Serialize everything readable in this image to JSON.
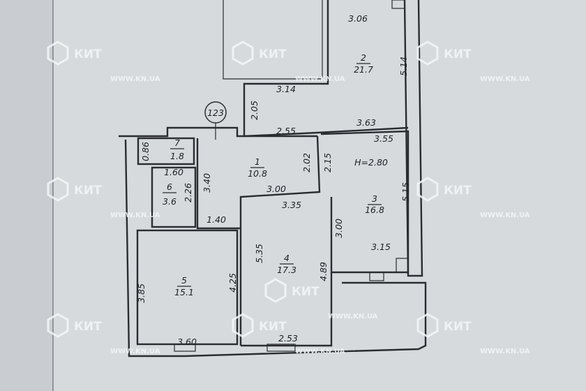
{
  "plan": {
    "axis_marker": "123",
    "ceiling_height": "H=2.80",
    "rooms": [
      {
        "number": "1",
        "area": "10.8"
      },
      {
        "number": "2",
        "area": "21.7"
      },
      {
        "number": "3",
        "area": "16.8"
      },
      {
        "number": "4",
        "area": "17.3"
      },
      {
        "number": "5",
        "area": "15.1"
      },
      {
        "number": "6",
        "area": "3.6"
      },
      {
        "number": "7",
        "area": "1.8"
      }
    ],
    "dimensions": [
      "3.06",
      "5.14",
      "3.14",
      "2.05",
      "3.63",
      "2.55",
      "3.55",
      "0.86",
      "1.60",
      "3.40",
      "2.02",
      "2.15",
      "2.26",
      "3.00",
      "3.35",
      "5.15",
      "1.40",
      "3.00",
      "5.35",
      "4.89",
      "3.15",
      "3.85",
      "4.25",
      "3.60",
      "2.53"
    ]
  },
  "watermark": {
    "brand": "КИТ",
    "url": "WWW.KN.UA"
  }
}
